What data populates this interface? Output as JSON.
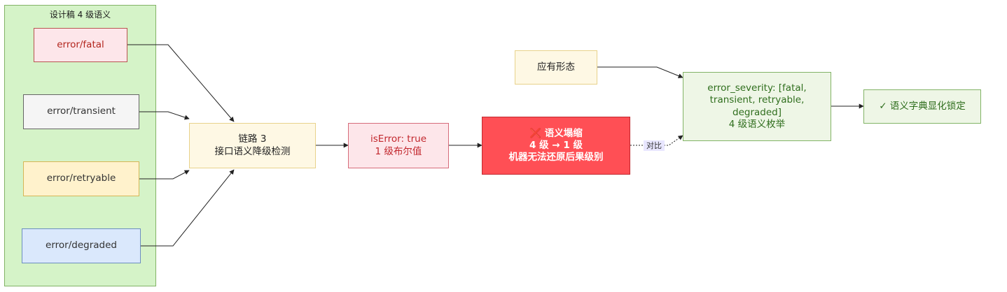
{
  "group": {
    "label": "设计稿 4 级语义"
  },
  "nodes": {
    "fatal": "error/fatal",
    "transient": "error/transient",
    "retryable": "error/retryable",
    "degraded": "error/degraded",
    "link3_line1": "链路 3",
    "link3_line2": "接口语义降级检测",
    "iserror_line1": "isError: true",
    "iserror_line2": "1 级布尔值",
    "collapse_icon": "❌",
    "collapse_line1": "语义塌缩",
    "collapse_line2": "4 级 → 1 级",
    "collapse_line3": "机器无法还原后果级别",
    "expected": "应有形态",
    "severity_line1": "error_severity: [fatal,",
    "severity_line2": "transient, retryable,",
    "severity_line3": "degraded]",
    "severity_line4": "4 级语义枚举",
    "locked": "✓ 语义字典显化锁定"
  },
  "edges": {
    "compare_label": "对比"
  },
  "colors": {
    "group_fill": "#d5f3c8",
    "alert_fill": "#ff4f55",
    "result_fill": "#eef6e6"
  }
}
